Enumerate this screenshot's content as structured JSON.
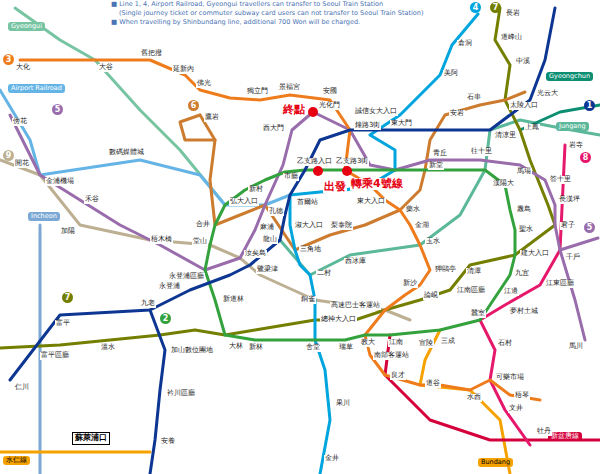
{
  "diagram": {
    "nodes": [
      {
        "text": [
          "4"
        ]
      },
      {
        "text": [
          "7"
        ]
      },
      {
        "text": [
          "Gyeongui"
        ]
      },
      {
        "text": [
          "3"
        ]
      },
      {
        "text": [
          "Gyeongchun"
        ]
      },
      {
        "text": [
          "Airport Railroad"
        ]
      },
      {
        "text": [
          "1"
        ]
      },
      {
        "text": [
          "6"
        ]
      },
      {
        "text": [
          "5"
        ]
      },
      {
        "text": [
          "Jungang"
        ]
      },
      {
        "text": [
          "9"
        ]
      },
      {
        "text": [
          "8"
        ]
      },
      {
        "text": [
          "Incheon"
        ]
      },
      {
        "text": [
          "5"
        ]
      },
      {
        "text": [
          "7"
        ]
      },
      {
        "text": [
          "2"
        ]
      },
      {
        "text": [
          "蘇萊浦口"
        ]
      },
      {
        "text": [
          "新盆唐線"
        ]
      },
      {
        "text": [
          "水仁線"
        ]
      },
      {
        "text": [
          "Bundang"
        ]
      }
    ],
    "labels": [
      "■ Line 1, 4, Airport Railroad, Gyeongui travellers can transfer to Seoul Train Station",
      "(Single journey ticket or commuter subway card users can not transfer to Seoul Train Station)",
      "■ When travelling by Shinbundang line, additional 700 Won will be charged.",
      "終點",
      "出發",
      "轉乘4號線",
      "大化",
      "大谷",
      "舊把撥",
      "延新內",
      "佛光",
      "長岩",
      "道峰山",
      "倉洞",
      "中溪",
      "美阿",
      "光云大",
      "獨立門",
      "景福宮",
      "安國",
      "太陵入口",
      "石串",
      "鷹岩",
      "傍花",
      "光化門",
      "誠信女大入口",
      "安岩",
      "東大門",
      "清涼里",
      "上鳳",
      "西大門",
      "鐘路3街",
      "岩寺",
      "數碼媒體城",
      "青丘",
      "市廳",
      "新堂",
      "往十里",
      "乙支路入口",
      "乙支路3街",
      "開花",
      "馬場",
      "答十里",
      "金浦機場",
      "漢陽大",
      "新村",
      "禾谷",
      "首爾站",
      "東大入口",
      "長漢坪",
      "藥水",
      "纛島",
      "孔德",
      "弘大入口",
      "合井",
      "君子",
      "金湖",
      "淑大入口",
      "梨泰院",
      "麻浦",
      "聖水",
      "加陽",
      "梧木橋",
      "龍山",
      "玉水",
      "堂山",
      "三角地",
      "建大入口",
      "汝矣島",
      "千戶",
      "西冰庫",
      "鷺梁津",
      "狎鷗亭",
      "清潭",
      "九宜",
      "二村",
      "永登浦區廳",
      "新沙",
      "江東區廳",
      "永登浦",
      "江南區廳",
      "江邊",
      "論峴",
      "銅雀",
      "新道林",
      "九老",
      "高速巴士客運站",
      "夢村土城",
      "蠶室",
      "總神大入口",
      "富平",
      "宣陵",
      "三成",
      "江南",
      "教大",
      "石村",
      "溫水",
      "瑞草",
      "舍堂",
      "新林",
      "大林",
      "馬川",
      "加山數位團地",
      "富平區廳",
      "南部客運站",
      "良才",
      "可樂市場",
      "道谷",
      "衿川區廳",
      "梧琴",
      "水西",
      "仁川",
      "果川",
      "文井",
      "安養",
      "牡丹",
      "金井"
    ]
  }
}
